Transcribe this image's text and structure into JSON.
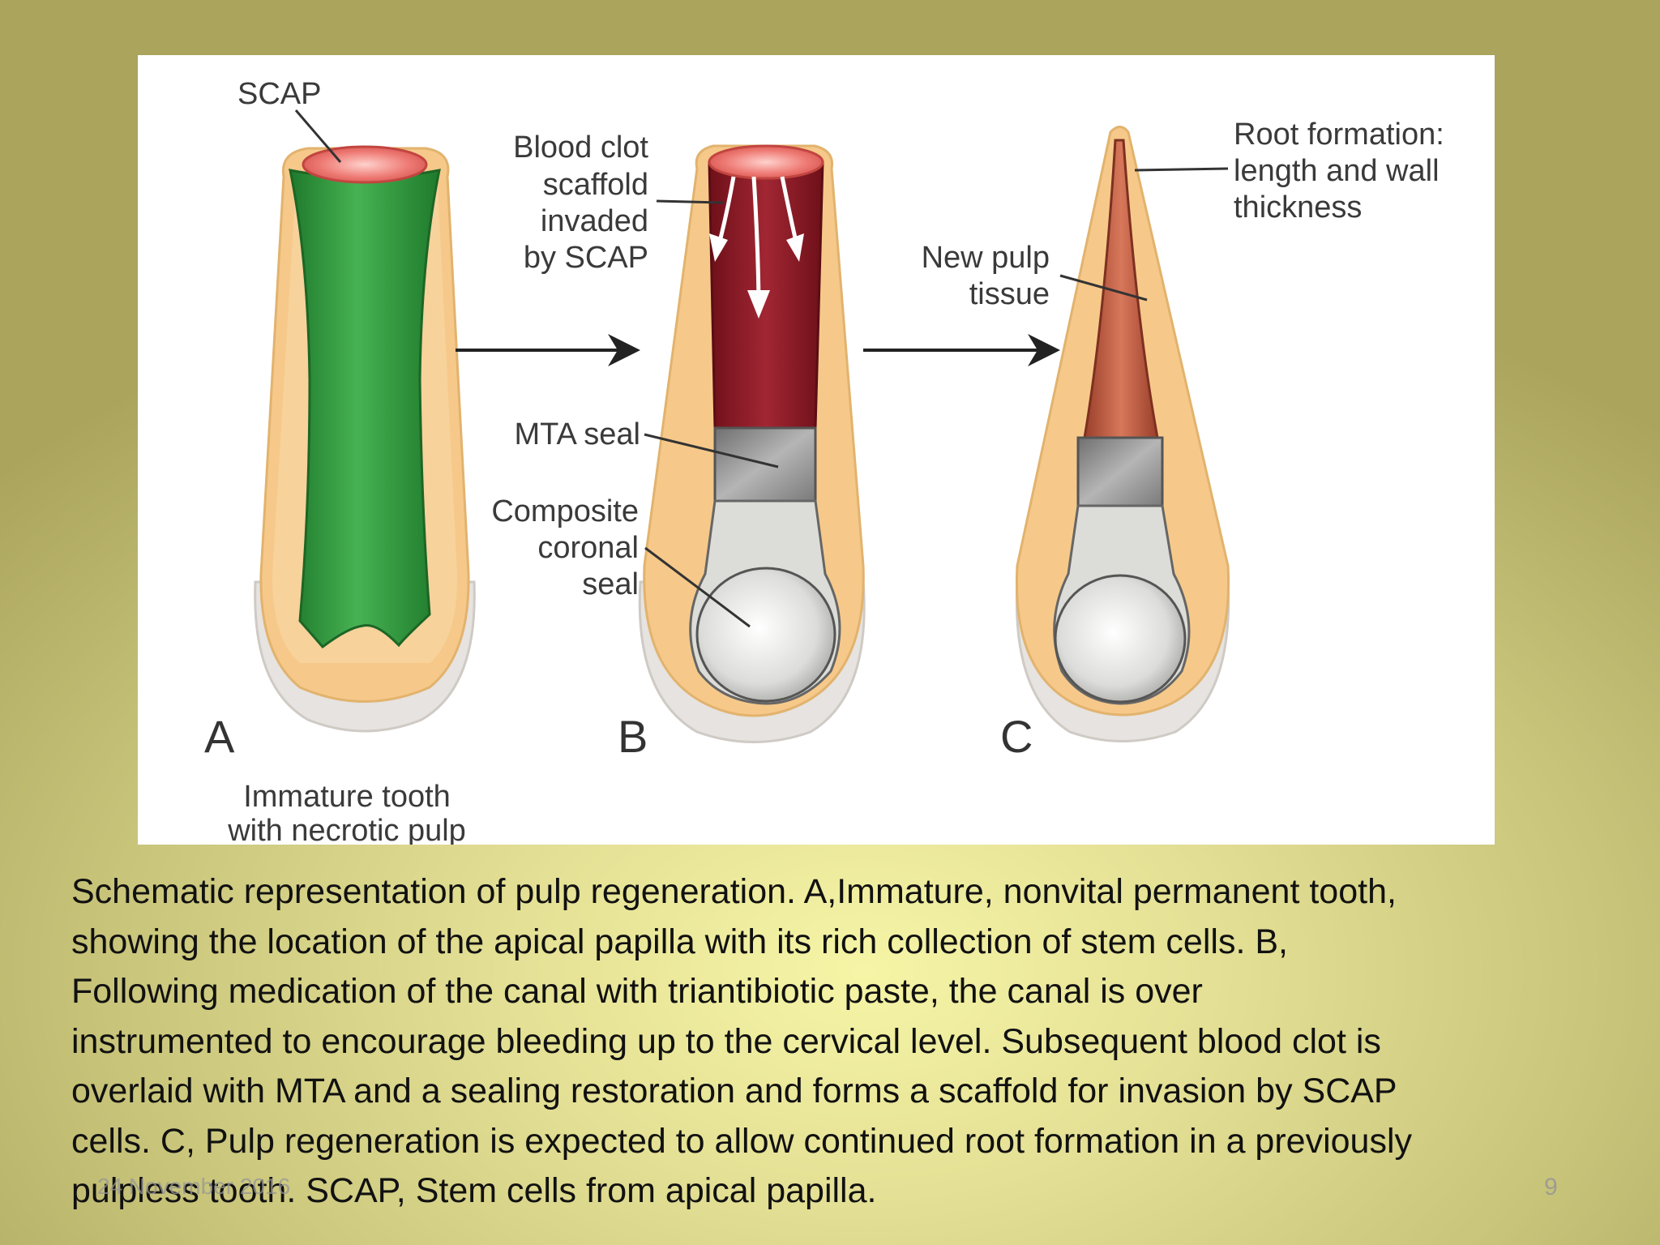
{
  "figure": {
    "labels": {
      "scap": "SCAP",
      "blood_clot": [
        "Blood clot",
        "scaffold",
        "invaded",
        "by SCAP"
      ],
      "mta_seal": "MTA seal",
      "composite": [
        "Composite",
        "coronal",
        "seal"
      ],
      "new_pulp": [
        "New pulp",
        "tissue"
      ],
      "root_formation": [
        "Root formation:",
        "length and wall",
        "thickness"
      ],
      "panel_a": "A",
      "panel_b": "B",
      "panel_c": "C",
      "immature": [
        "Immature tooth",
        "with necrotic pulp"
      ]
    },
    "colors": {
      "enamel": "#e8e4e0",
      "dentin": "#f6c98a",
      "necrotic_pulp": "#2e9a3e",
      "scap": "#ec6a66",
      "blood_clot": "#8c1c26",
      "new_pulp": "#c55f45",
      "mta": "#8f8f8f",
      "composite": "#dededb"
    }
  },
  "caption": {
    "lines": [
      "Schematic representation of pulp regeneration. A,Immature, nonvital permanent tooth,",
      "showing the location of the apical papilla with its rich collection of stem cells. B,",
      "Following medication of the canal with triantibiotic paste, the canal is over",
      "instrumented to encourage bleeding up to the cervical level. Subsequent blood clot is",
      "overlaid with MTA and a sealing restoration and forms a scaffold for invasion by SCAP",
      "cells. C, Pulp regeneration is expected to allow continued root formation in a previously",
      "pulpless tooth. SCAP, Stem cells from apical papilla."
    ]
  },
  "footer": {
    "date": "24 November 2016",
    "page_number": "9"
  }
}
